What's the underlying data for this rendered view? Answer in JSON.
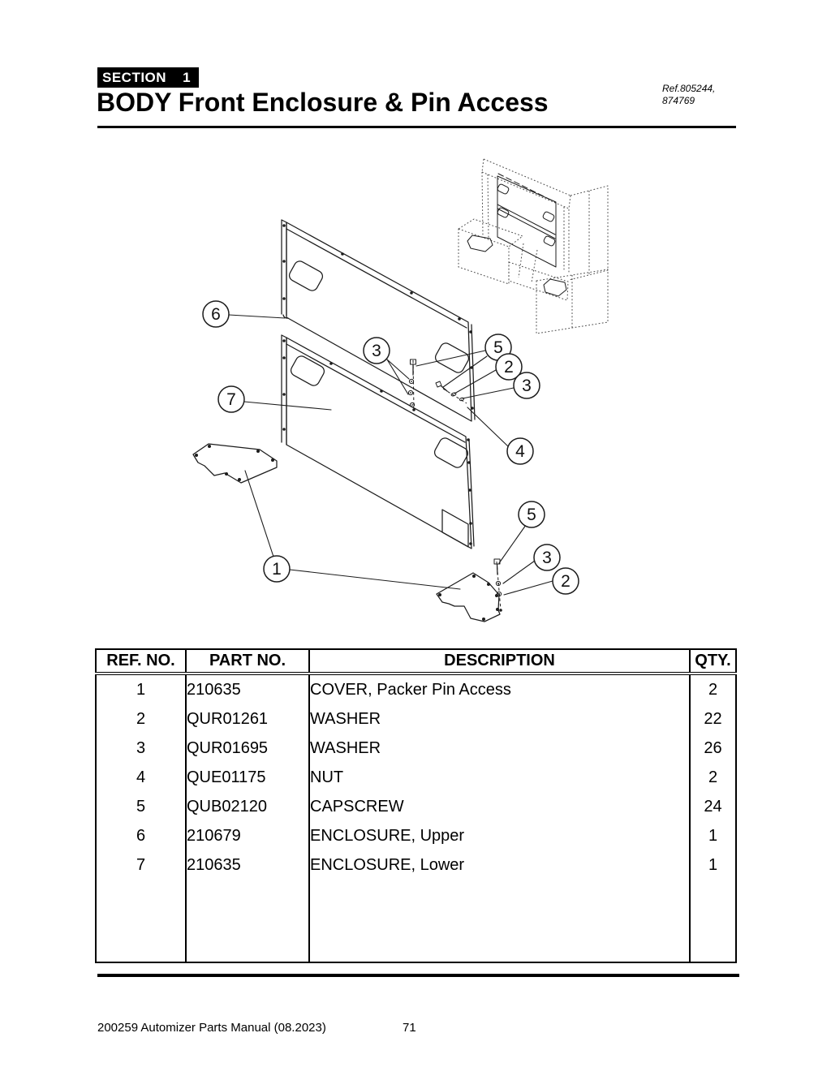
{
  "header": {
    "section_label": "SECTION",
    "section_number": "1",
    "title": "BODY Front Enclosure & Pin Access",
    "ref_line1": "Ref.805244,",
    "ref_line2": "874769"
  },
  "diagram": {
    "description": "Exploded view of front enclosure panels, pin access covers and fasteners",
    "callouts": [
      {
        "number": "6"
      },
      {
        "number": "7"
      },
      {
        "number": "3"
      },
      {
        "number": "5"
      },
      {
        "number": "2"
      },
      {
        "number": "3"
      },
      {
        "number": "4"
      },
      {
        "number": "1"
      },
      {
        "number": "5"
      },
      {
        "number": "3"
      },
      {
        "number": "2"
      }
    ]
  },
  "table": {
    "columns": [
      "REF. NO.",
      "PART NO.",
      "DESCRIPTION",
      "QTY."
    ],
    "rows": [
      {
        "ref": "1",
        "part": "210635",
        "desc": "COVER, Packer Pin Access",
        "qty": "2"
      },
      {
        "ref": "2",
        "part": "QUR01261",
        "desc": "WASHER",
        "qty": "22"
      },
      {
        "ref": "3",
        "part": "QUR01695",
        "desc": "WASHER",
        "qty": "26"
      },
      {
        "ref": "4",
        "part": "QUE01175",
        "desc": "NUT",
        "qty": "2"
      },
      {
        "ref": "5",
        "part": "QUB02120",
        "desc": "CAPSCREW",
        "qty": "24"
      },
      {
        "ref": "6",
        "part": "210679",
        "desc": "ENCLOSURE, Upper",
        "qty": "1"
      },
      {
        "ref": "7",
        "part": "210635",
        "desc": "ENCLOSURE, Lower",
        "qty": "1"
      }
    ]
  },
  "footer": {
    "manual": "200259 Automizer Parts Manual (08.2023)",
    "page_number": "71"
  }
}
